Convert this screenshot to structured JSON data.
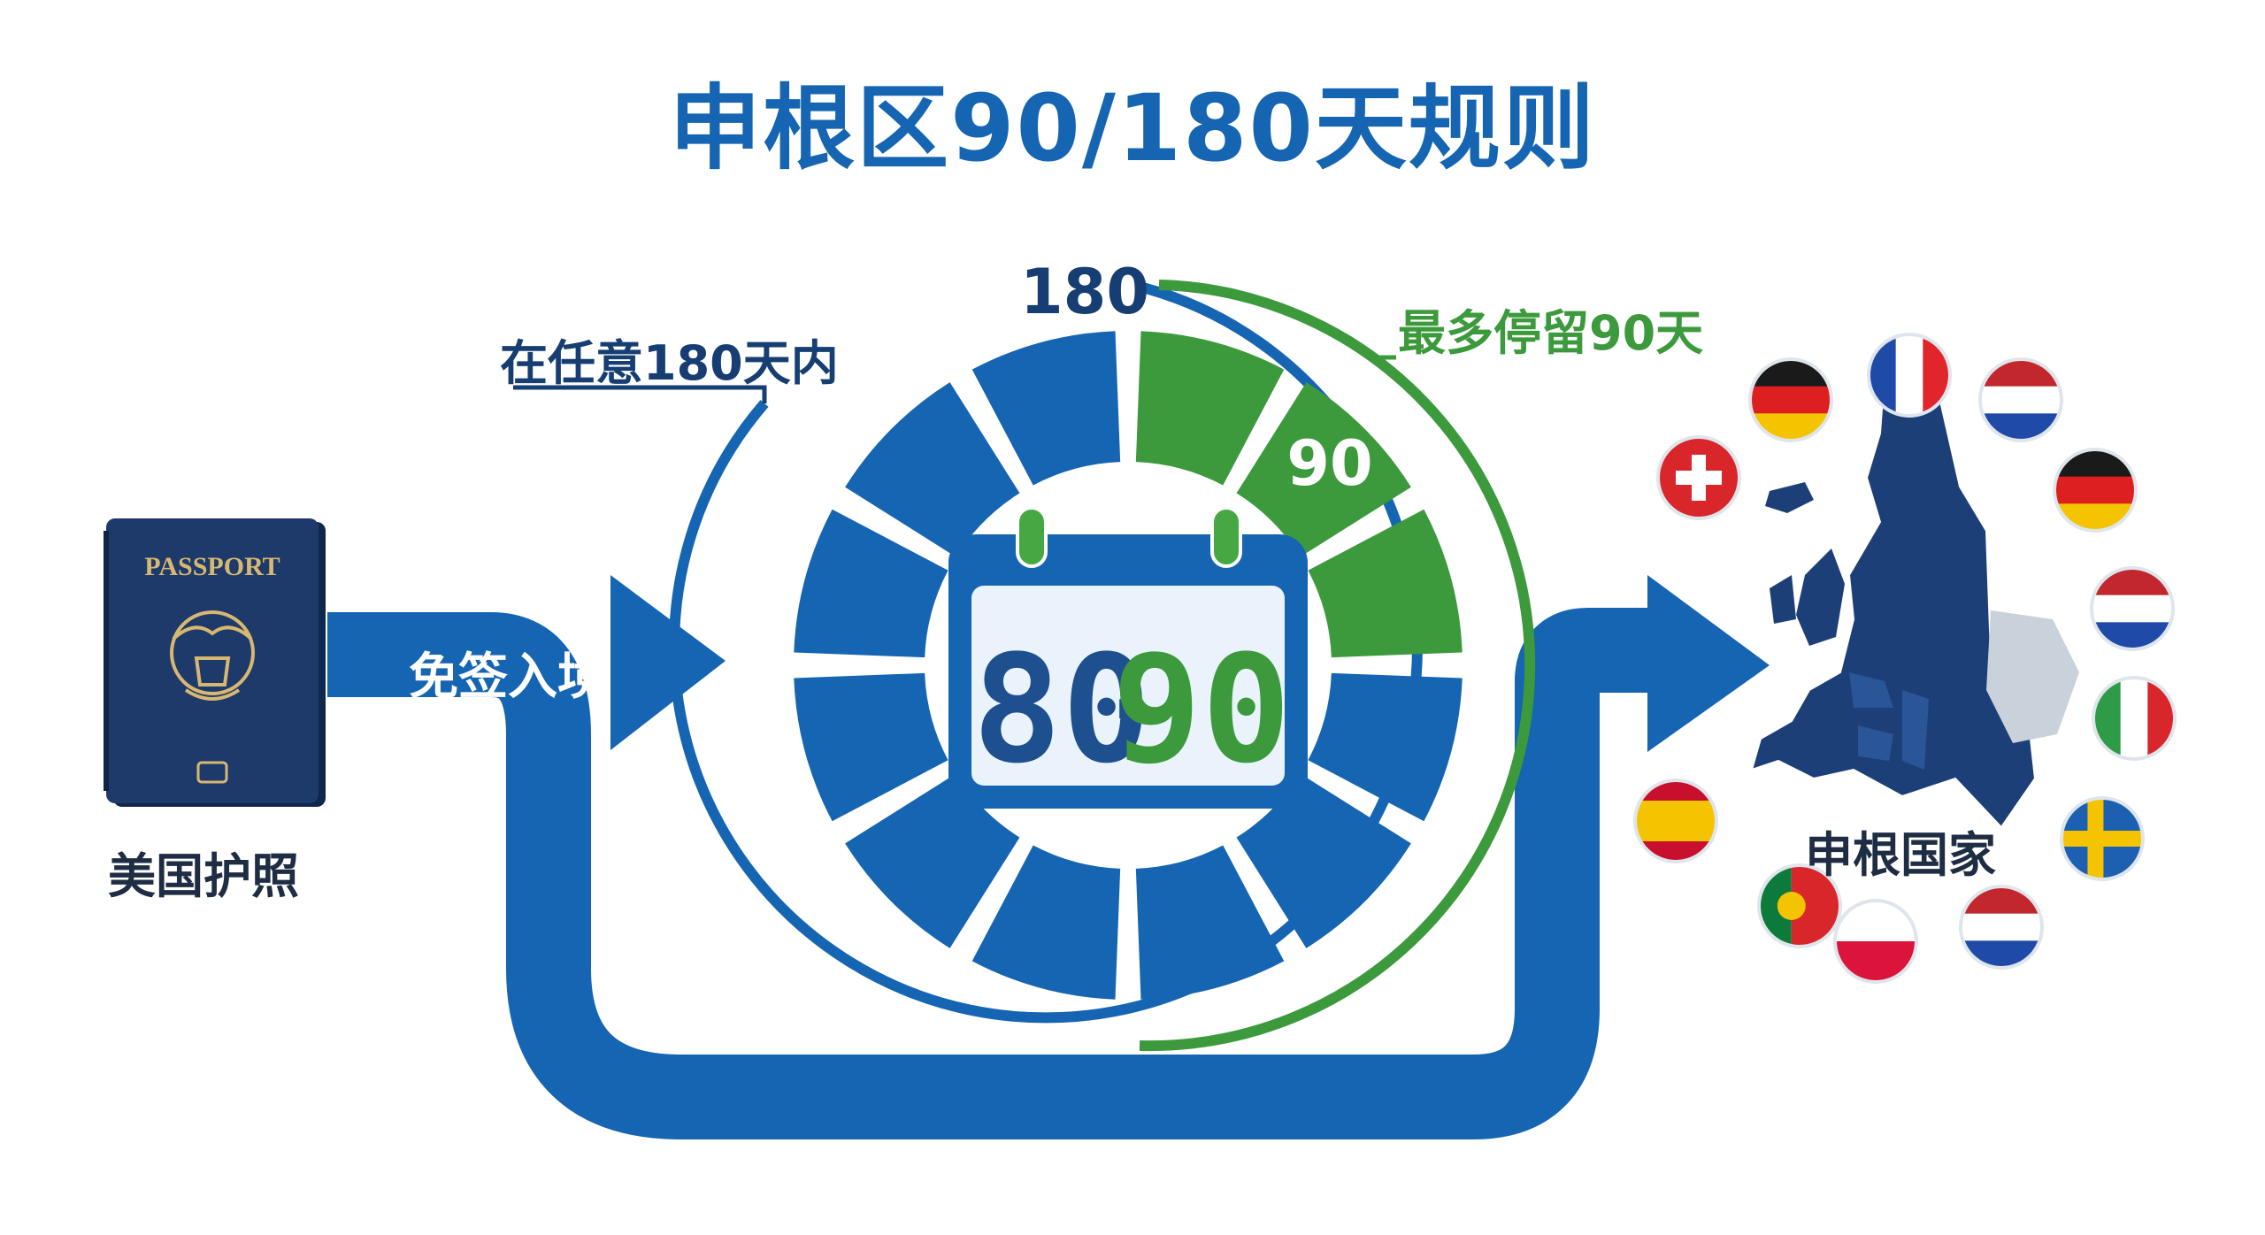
{
  "title": "申根区90/180天规则",
  "labels": {
    "any_180": "在任意180天内",
    "max_90": "最多停留90天",
    "ring_180": "180",
    "ring_90": "90",
    "visa_free": "免签入境",
    "us_passport": "美国护照",
    "schengen_countries": "申根国家",
    "passport_cover": "PASSPORT"
  },
  "counter": {
    "left": "80",
    "right": "90"
  },
  "ring": {
    "total_segments": 12,
    "green_segments": 3
  },
  "colors": {
    "blue": "#1565b2",
    "dark_blue": "#173e73",
    "green": "#3c9a3d",
    "passport_navy": "#1d3a6b",
    "lcd_bg": "#eaf3fb"
  },
  "flags": [
    {
      "name": "germany",
      "icon": "germany-flag-icon"
    },
    {
      "name": "france",
      "icon": "france-flag-icon"
    },
    {
      "name": "netherlands",
      "icon": "netherlands-flag-icon"
    },
    {
      "name": "switzerland",
      "icon": "switzerland-flag-icon"
    },
    {
      "name": "germany",
      "icon": "germany-flag-icon"
    },
    {
      "name": "netherlands",
      "icon": "netherlands-flag-icon"
    },
    {
      "name": "italy",
      "icon": "italy-flag-icon"
    },
    {
      "name": "spain",
      "icon": "spain-flag-icon"
    },
    {
      "name": "sweden",
      "icon": "sweden-flag-icon"
    },
    {
      "name": "portugal",
      "icon": "portugal-flag-icon"
    },
    {
      "name": "poland",
      "icon": "poland-flag-icon"
    },
    {
      "name": "netherlands",
      "icon": "netherlands-flag-icon"
    }
  ]
}
